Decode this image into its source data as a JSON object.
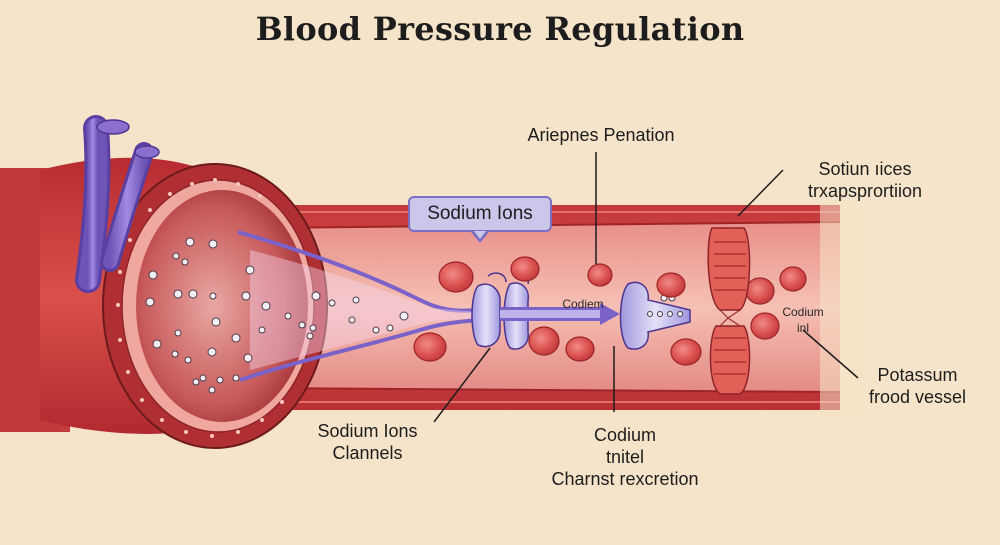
{
  "title": "Blood Pressure Regulation",
  "callout": "Sodium Ions",
  "labels": {
    "top_center": "Ariepnes Penation",
    "top_right_line1": "Sotiun ıices",
    "top_right_line2": "trxapsprortiion",
    "inner_codiem": "Codiem",
    "inner_codium_1": "Codium",
    "inner_codium_2": "inl",
    "right_line1": "Potassum",
    "right_line2": "frood vessel",
    "bottom_left_line1": "Sodium Ions",
    "bottom_left_line2": "Clannels",
    "bottom_center_line1": "Codium",
    "bottom_center_line2": "tnitel",
    "bottom_center_line3": "Charnst rexcretion"
  },
  "colors": {
    "background": "#f5e4c9",
    "vessel_wall": "#c8373a",
    "vessel_lumen": "#f0a79f",
    "vein": "#8a6fce",
    "channel": "#c7c2ee"
  }
}
